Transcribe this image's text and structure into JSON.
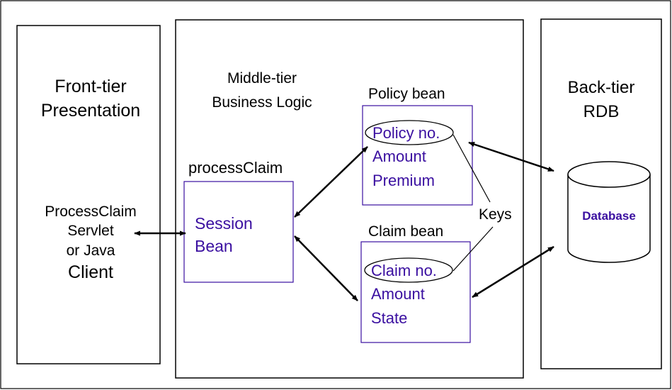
{
  "colors": {
    "purple": "#3a0fa0",
    "line": "#000000",
    "background": "#ffffff"
  },
  "front_tier": {
    "title_line1": "Front-tier",
    "title_line2": "Presentation",
    "client_line1": "ProcessClaim",
    "client_line2": "Servlet",
    "client_line3": "or Java",
    "client_line4": "Client"
  },
  "middle_tier": {
    "title_line1": "Middle-tier",
    "title_line2": "Business Logic",
    "process_claim_label": "processClaim",
    "session_bean_line1": "Session",
    "session_bean_line2": "Bean",
    "policy_bean": {
      "label": "Policy bean",
      "key_field": "Policy no.",
      "field2": "Amount",
      "field3": "Premium"
    },
    "claim_bean": {
      "label": "Claim bean",
      "key_field": "Claim no.",
      "field2": "Amount",
      "field3": "State"
    },
    "keys_label": "Keys"
  },
  "back_tier": {
    "title_line1": "Back-tier",
    "title_line2": "RDB",
    "database_label": "Database"
  }
}
